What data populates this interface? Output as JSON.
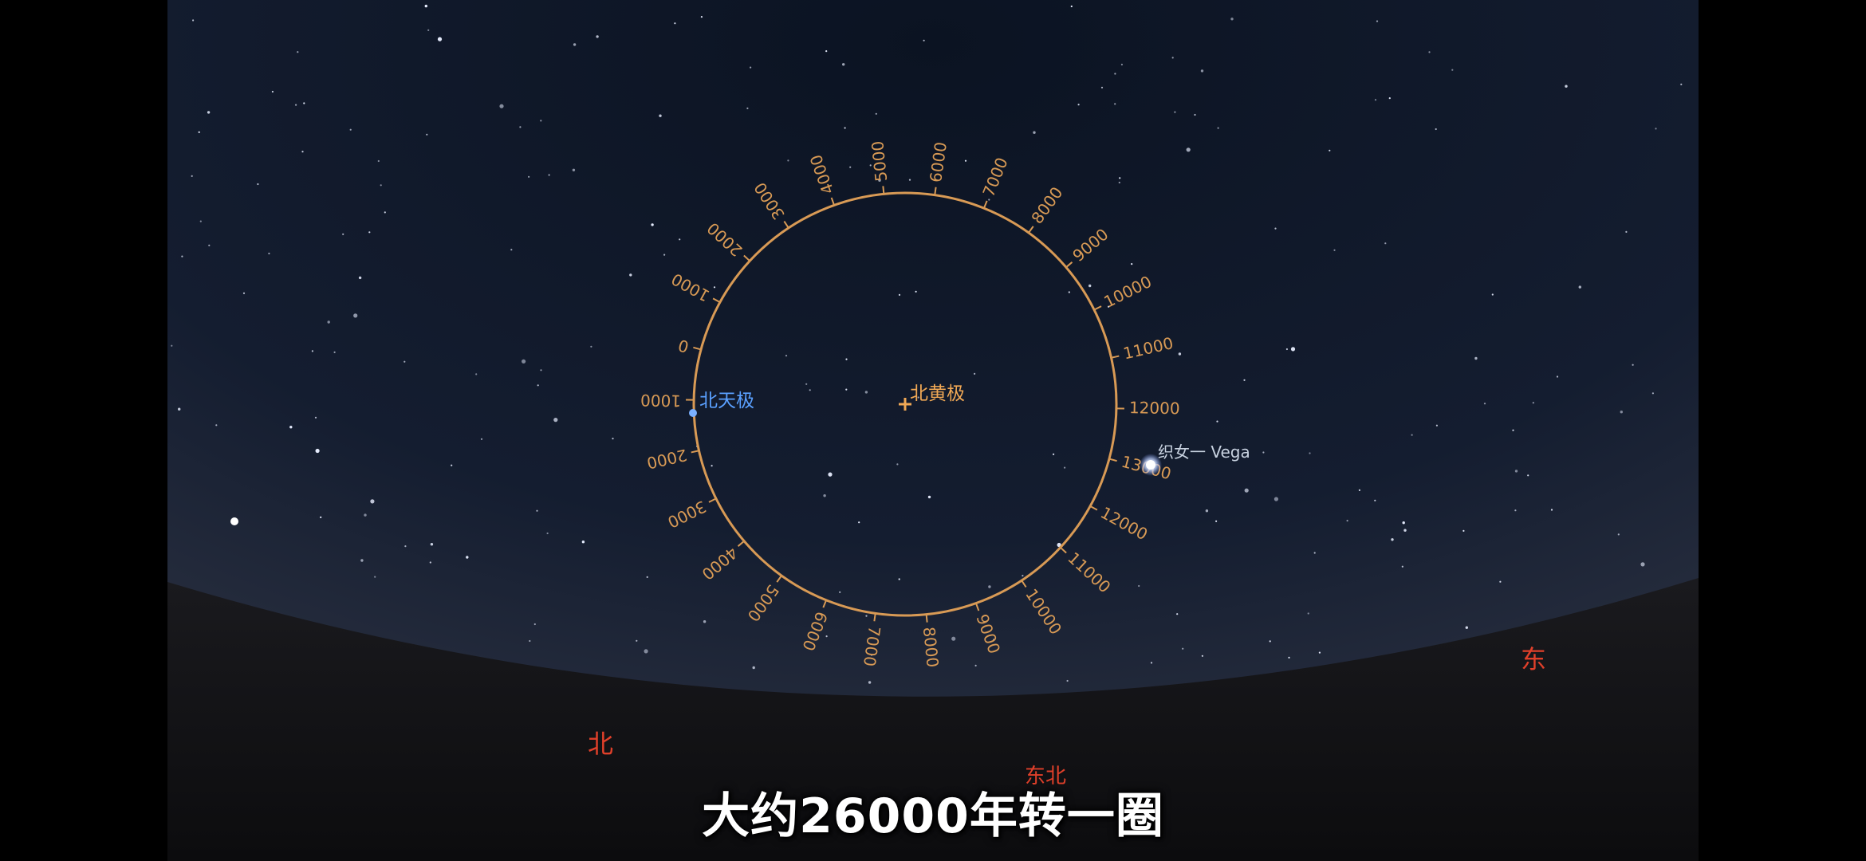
{
  "labels": {
    "north_ecliptic_pole": "北黄极",
    "north_celestial_pole": "北天极",
    "vega": "织女一 Vega"
  },
  "compass": {
    "north": "北",
    "northeast": "东北",
    "east": "东"
  },
  "subtitle": "大约26000年转一圈",
  "precession_ticks_outer": [
    "0",
    "1000",
    "2000",
    "3000",
    "4000",
    "5000",
    "6000",
    "7000",
    "8000",
    "9000",
    "10000",
    "11000",
    "12000",
    "13000",
    "12000",
    "11000",
    "10000",
    "9000",
    "8000",
    "7000",
    "6000",
    "5000",
    "4000",
    "3000",
    "2000",
    "1000"
  ],
  "colors": {
    "ring": "#d89a55",
    "ecliptic_label": "#f0a855",
    "celestial_pole_label": "#5aa0ff",
    "compass": "#e0402a",
    "vega_label": "#c8d2e0"
  }
}
